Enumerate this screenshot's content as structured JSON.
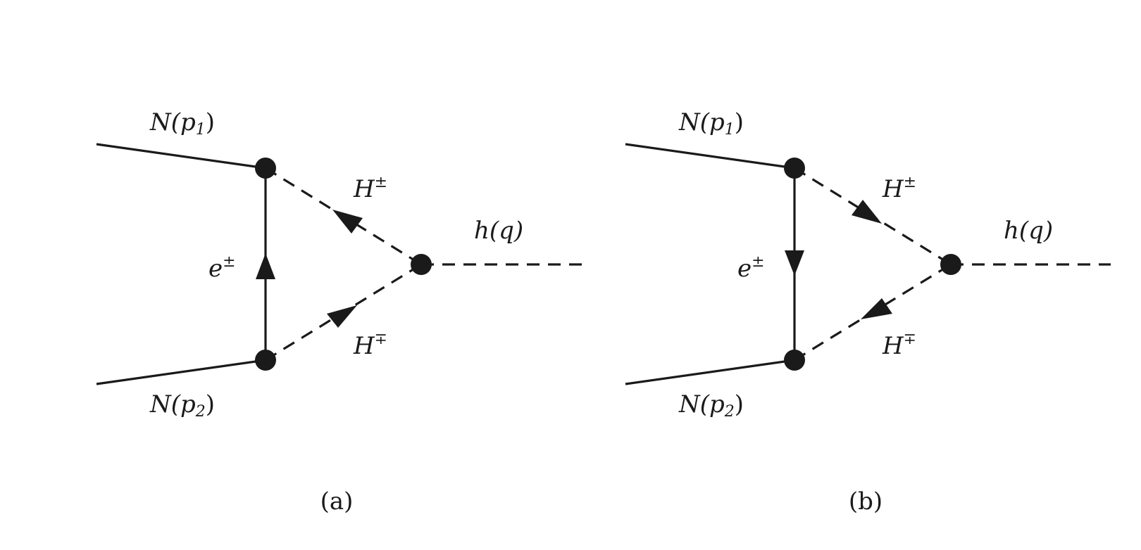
{
  "diagrams": [
    {
      "caption": "(a)",
      "labels": {
        "n_top": "N(p",
        "n_top_sub": "1",
        "n_bottom": "N(p",
        "n_bottom_sub": "2",
        "paren_close": ")",
        "h_upper": "H",
        "h_upper_sup": "±",
        "h_lower": "H",
        "h_lower_sup": "∓",
        "fermion": "e",
        "fermion_sup": "±",
        "higgs": "h(q)"
      },
      "fermion_arrow": "up",
      "upper_scalar_arrow": "toward-top-vertex",
      "lower_scalar_arrow": "toward-right-vertex"
    },
    {
      "caption": "(b)",
      "labels": {
        "n_top": "N(p",
        "n_top_sub": "1",
        "n_bottom": "N(p",
        "n_bottom_sub": "2",
        "paren_close": ")",
        "h_upper": "H",
        "h_upper_sup": "±",
        "h_lower": "H",
        "h_lower_sup": "∓",
        "fermion": "e",
        "fermion_sup": "±",
        "higgs": "h(q)"
      },
      "fermion_arrow": "down",
      "upper_scalar_arrow": "toward-right-vertex",
      "lower_scalar_arrow": "toward-bottom-vertex"
    }
  ]
}
